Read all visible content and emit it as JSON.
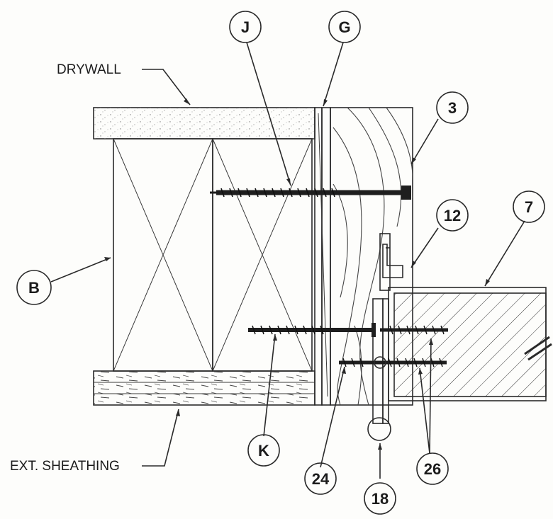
{
  "labels": {
    "drywall": "DRYWALL",
    "ext_sheathing": "EXT. SHEATHING"
  },
  "callouts": {
    "J": "J",
    "G": "G",
    "three": "3",
    "twelve": "12",
    "seven": "7",
    "B": "B",
    "K": "K",
    "twenty_four": "24",
    "twenty_six": "26",
    "eighteen": "18"
  },
  "colors": {
    "line": "#2a2a2a",
    "background": "#fdfdfb"
  }
}
